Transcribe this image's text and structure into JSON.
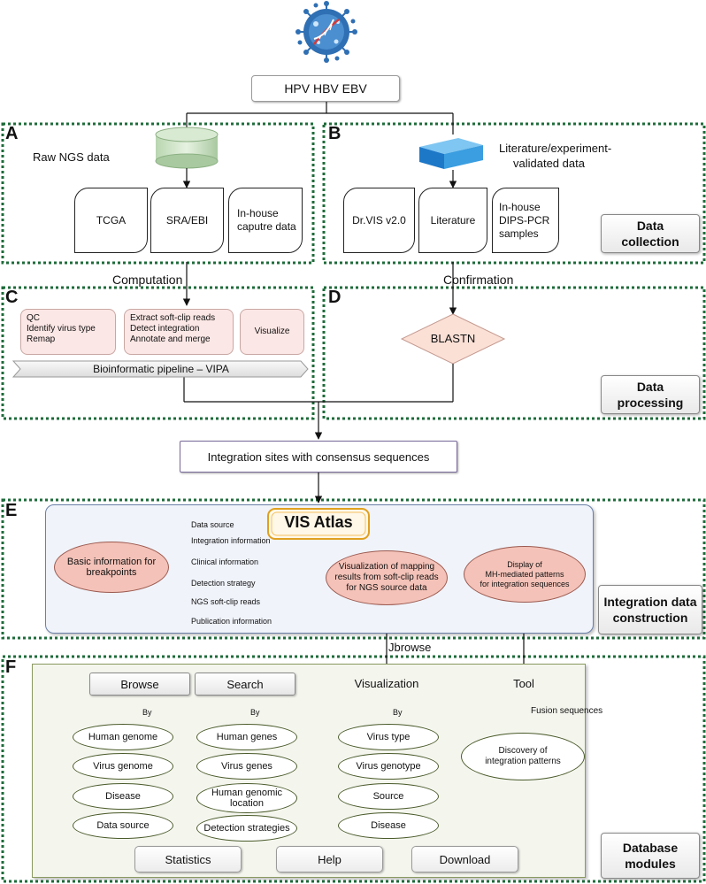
{
  "top_box": "HPV  HBV  EBV",
  "icon": "virus-dna-icon",
  "sections": {
    "A": "A",
    "B": "B",
    "C": "C",
    "D": "D",
    "E": "E",
    "F": "F"
  },
  "collection": {
    "raw_ngs": "Raw NGS data",
    "lit_line1": "Literature/experiment-",
    "lit_line2": "validated data",
    "tcga": "TCGA",
    "sra": "SRA/EBI",
    "inhouse1_l1": "In-house",
    "inhouse1_l2": "caputre data",
    "drvis": "Dr.VIS v2.0",
    "literature": "Literature",
    "inhouse2_l1": "In-house",
    "inhouse2_l2": "DIPS-PCR",
    "inhouse2_l3": "samples"
  },
  "processing": {
    "computation": "Computation",
    "confirmation": "Confirmation",
    "qc_l1": "QC",
    "qc_l2": "Identify virus type",
    "qc_l3": "Remap",
    "ex_l1": "Extract soft-clip reads",
    "ex_l2": "Detect integration",
    "ex_l3": "Annotate and merge",
    "visualize": "Visualize",
    "pipeline": "Bioinformatic pipeline – VIPA",
    "blastn": "BLASTN"
  },
  "integration_sites": "Integration sites with consensus sequences",
  "atlas": {
    "title": "VIS Atlas",
    "basic_l1": "Basic information for",
    "basic_l2": "breakpoints",
    "list": [
      "Data source",
      "Integration information",
      "Clinical information",
      "Detection strategy",
      "NGS soft-clip reads",
      "Publication information"
    ],
    "vis_l1": "Visualization of mapping",
    "vis_l2": "results from soft-clip reads",
    "vis_l3": "for NGS source data",
    "mh_l1": "Display of",
    "mh_l2": "MH-mediated patterns",
    "mh_l3": "for integration sequences"
  },
  "jbrowse": "Jbrowse",
  "modules": {
    "browse": "Browse",
    "search": "Search",
    "visualization": "Visualization",
    "tool": "Tool",
    "by": "By",
    "fusion": "Fusion sequences",
    "browse_items": [
      "Human genome",
      "Virus genome",
      "Disease",
      "Data source"
    ],
    "search_items": [
      "Human genes",
      "Virus genes",
      "Human genomic location",
      "Detection strategies"
    ],
    "search_loc_l1": "Human genomic",
    "search_loc_l2": "location",
    "vis_items": [
      "Virus type",
      "Virus genotype",
      "Source",
      "Disease"
    ],
    "discovery_l1": "Discovery of",
    "discovery_l2": "integration patterns",
    "statistics": "Statistics",
    "help": "Help",
    "download": "Download"
  },
  "labels": {
    "collection_l1": "Data",
    "collection_l2": "collection",
    "processing_l1": "Data",
    "processing_l2": "processing",
    "construction_l1": "Integration data",
    "construction_l2": "construction",
    "modules_l1": "Database",
    "modules_l2": "modules"
  },
  "colors": {
    "dashed_border": "#1e6b3a",
    "pink_box": "#fbe7e5",
    "pink_ellipse": "#f4c2b8",
    "atlas_panel": "#f0f3fa",
    "modules_panel": "#f4f6ee",
    "virus_blue": "#2f6fb3"
  }
}
